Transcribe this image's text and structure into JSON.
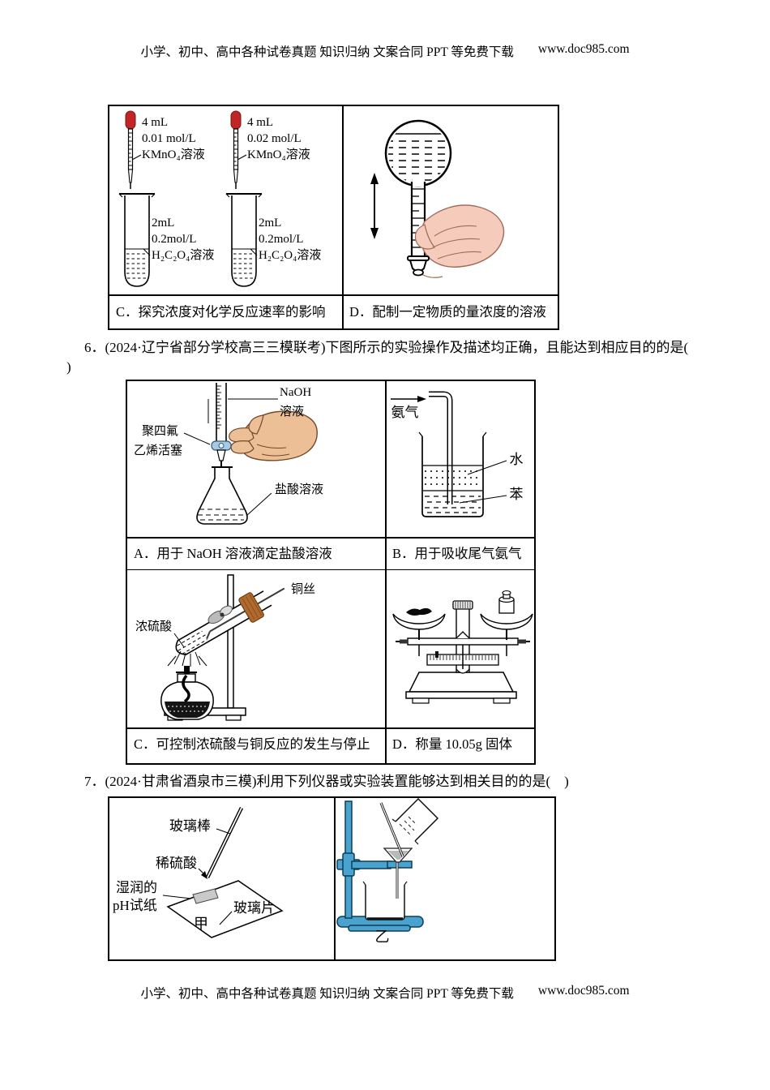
{
  "page": {
    "header_text": "小学、初中、高中各种试卷真题 知识归纳 文案合同 PPT 等免费下载",
    "header_url": "www.doc985.com",
    "footer_text": "小学、初中、高中各种试卷真题 知识归纳 文案合同 PPT 等免费下载",
    "footer_url": "www.doc985.com"
  },
  "table1": {
    "dropper1": {
      "l1": "4 mL",
      "l2": "0.01 mol/L",
      "l3": "KMnO₄溶液"
    },
    "dropper2": {
      "l1": "4 mL",
      "l2": "0.02 mol/L",
      "l3": "KMnO₄溶液"
    },
    "tube1": {
      "l1": "2mL",
      "l2": "0.2mol/L",
      "l3": "H₂C₂O₄溶液"
    },
    "tube2": {
      "l1": "2mL",
      "l2": "0.2mol/L",
      "l3": "H₂C₂O₄溶液"
    },
    "caption_c": "C．探究浓度对化学反应速率的影响",
    "caption_d": "D．配制一定物质的量浓度的溶液"
  },
  "q6": {
    "number": "6．",
    "stem": "(2024·辽宁省部分学校高三三模联考)下图所示的实验操作及描述均正确，且能达到相应目的的是(",
    "stem_close": ")",
    "a": {
      "label_naoh": "NaOH",
      "label_solution": "溶液",
      "label_ptfe1": "聚四氟",
      "label_ptfe2": "乙烯活塞",
      "label_hcl": "盐酸溶液",
      "caption": "A．用于 NaOH 溶液滴定盐酸溶液"
    },
    "b": {
      "label_nh3": "氨气",
      "label_water": "水",
      "label_benzene": "苯",
      "caption": "B．用于吸收尾气氨气"
    },
    "c": {
      "label_h2so4": "浓硫酸",
      "label_cu": "铜丝",
      "caption": "C．可控制浓硫酸与铜反应的发生与停止"
    },
    "d": {
      "caption": "D．称量 10.05g 固体"
    }
  },
  "q7": {
    "number": "7．",
    "stem": "(2024·甘肃省酒泉市三模)利用下列仪器或实验装置能够达到相关目的的是(　)",
    "jia": {
      "label_rod": "玻璃棒",
      "label_acid": "稀硫酸",
      "label_wet1": "湿润的",
      "label_wet2": "pH试纸",
      "label_slide": "玻璃片",
      "name": "甲"
    },
    "yi": {
      "name": "乙"
    }
  },
  "colors": {
    "dropper_red": "#c12525",
    "stand_blue": "#4aa3cf",
    "copper_stopper": "#b06a2e",
    "skin_tan": "#ecbf97",
    "skin_pink": "#f5cbbb",
    "ph_paper_gray": "#c9c9c9",
    "stopcock_blue": "#a9c9e0"
  }
}
